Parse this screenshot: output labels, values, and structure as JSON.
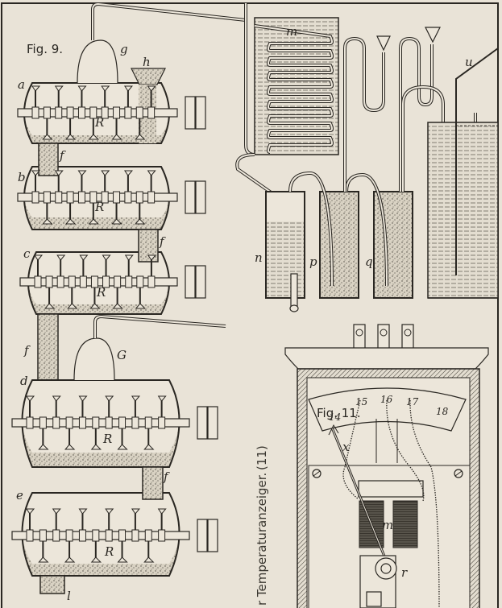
{
  "figures": {
    "fig9": {
      "title": "Fig. 9.",
      "labels": {
        "g": "g",
        "h": "h",
        "a": "a",
        "b": "b",
        "c": "c",
        "d": "d",
        "e": "e",
        "f1": "f",
        "f2": "f",
        "f3": "f",
        "f4": "f",
        "G": "G",
        "R1": "R",
        "R2": "R",
        "R3": "R",
        "R4": "R",
        "R5": "R",
        "l": "l"
      }
    },
    "fig10": {
      "labels": {
        "m": "m",
        "n": "n",
        "p": "p",
        "q": "q",
        "u": "u"
      }
    },
    "fig11": {
      "title": "Fig. 11.",
      "scale_ticks": [
        "14",
        "15",
        "16",
        "17",
        "18"
      ],
      "labels": {
        "x": "x",
        "m": "m",
        "r": "r"
      }
    }
  },
  "caption": {
    "text": "r Temperaturanzeiger.",
    "ref": "(11)"
  },
  "colors": {
    "paper": "#e9e3d7",
    "ink": "#2a2722"
  }
}
